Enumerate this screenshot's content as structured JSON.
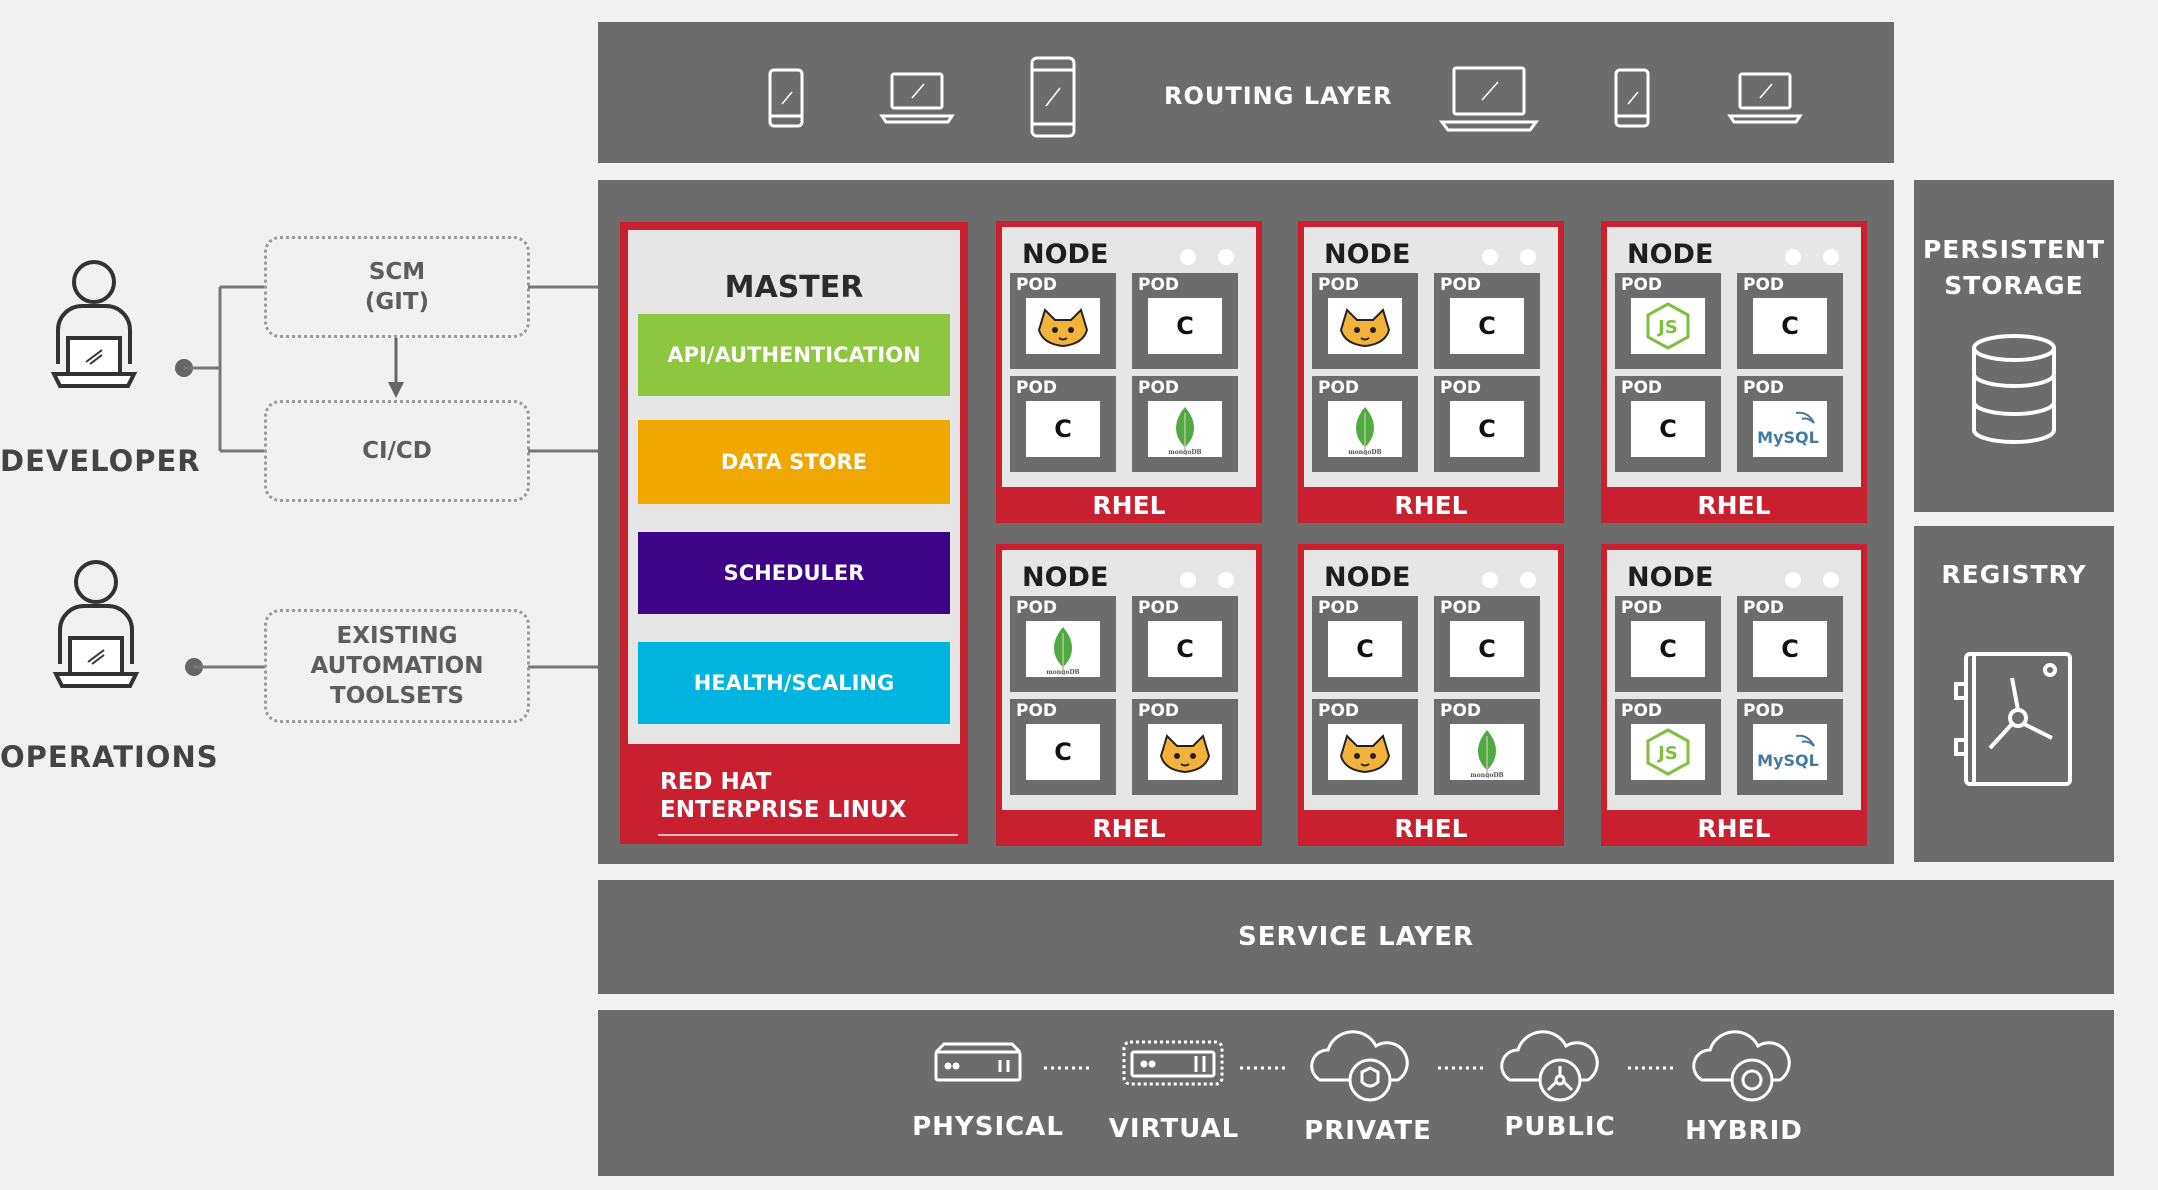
{
  "developer": {
    "label": "DEVELOPER"
  },
  "operations": {
    "label": "OPERATIONS"
  },
  "tools": {
    "scm": [
      "SCM",
      "(GIT)"
    ],
    "cicd": "CI/CD",
    "automation": [
      "EXISTING",
      "AUTOMATION",
      "TOOLSETS"
    ]
  },
  "routing": {
    "label": "ROUTING LAYER"
  },
  "master": {
    "title": "MASTER",
    "components": [
      {
        "label": "API/AUTHENTICATION",
        "color": "#8dc63f"
      },
      {
        "label": "DATA STORE",
        "color": "#f0a800"
      },
      {
        "label": "SCHEDULER",
        "color": "#3d0489"
      },
      {
        "label": "HEALTH/SCALING",
        "color": "#00b4e0"
      }
    ],
    "os": [
      "RED HAT",
      "ENTERPRISE LINUX"
    ]
  },
  "nodes": [
    {
      "title": "NODE",
      "os": "RHEL",
      "pods": [
        {
          "label": "POD",
          "content": "tomcat-icon"
        },
        {
          "label": "POD",
          "content": "C"
        },
        {
          "label": "POD",
          "content": "C"
        },
        {
          "label": "POD",
          "content": "mongodb-icon"
        }
      ]
    },
    {
      "title": "NODE",
      "os": "RHEL",
      "pods": [
        {
          "label": "POD",
          "content": "tomcat-icon"
        },
        {
          "label": "POD",
          "content": "C"
        },
        {
          "label": "POD",
          "content": "mongodb-icon"
        },
        {
          "label": "POD",
          "content": "C"
        }
      ]
    },
    {
      "title": "NODE",
      "os": "RHEL",
      "pods": [
        {
          "label": "POD",
          "content": "nodejs-icon"
        },
        {
          "label": "POD",
          "content": "C"
        },
        {
          "label": "POD",
          "content": "C"
        },
        {
          "label": "POD",
          "content": "mysql-icon"
        }
      ]
    },
    {
      "title": "NODE",
      "os": "RHEL",
      "pods": [
        {
          "label": "POD",
          "content": "mongodb-icon"
        },
        {
          "label": "POD",
          "content": "C"
        },
        {
          "label": "POD",
          "content": "C"
        },
        {
          "label": "POD",
          "content": "tomcat-icon"
        }
      ]
    },
    {
      "title": "NODE",
      "os": "RHEL",
      "pods": [
        {
          "label": "POD",
          "content": "C"
        },
        {
          "label": "POD",
          "content": "C"
        },
        {
          "label": "POD",
          "content": "tomcat-icon"
        },
        {
          "label": "POD",
          "content": "mongodb-icon"
        }
      ]
    },
    {
      "title": "NODE",
      "os": "RHEL",
      "pods": [
        {
          "label": "POD",
          "content": "C"
        },
        {
          "label": "POD",
          "content": "C"
        },
        {
          "label": "POD",
          "content": "nodejs-icon"
        },
        {
          "label": "POD",
          "content": "mysql-icon"
        }
      ]
    }
  ],
  "persistent_storage": {
    "label": [
      "PERSISTENT",
      "STORAGE"
    ]
  },
  "registry": {
    "label": "REGISTRY"
  },
  "service": {
    "label": "SERVICE LAYER"
  },
  "infrastructure": [
    {
      "label": "PHYSICAL",
      "icon": "server-icon"
    },
    {
      "label": "VIRTUAL",
      "icon": "virtual-server-icon"
    },
    {
      "label": "PRIVATE",
      "icon": "private-cloud-icon"
    },
    {
      "label": "PUBLIC",
      "icon": "public-cloud-icon"
    },
    {
      "label": "HYBRID",
      "icon": "hybrid-cloud-icon"
    }
  ],
  "icon_text": {
    "mongodb": "mongoDB",
    "mysql": "MySQL"
  },
  "colors": {
    "panel": "#6c6c6d",
    "red": "#c8202f",
    "background": "#f1f1f1"
  }
}
